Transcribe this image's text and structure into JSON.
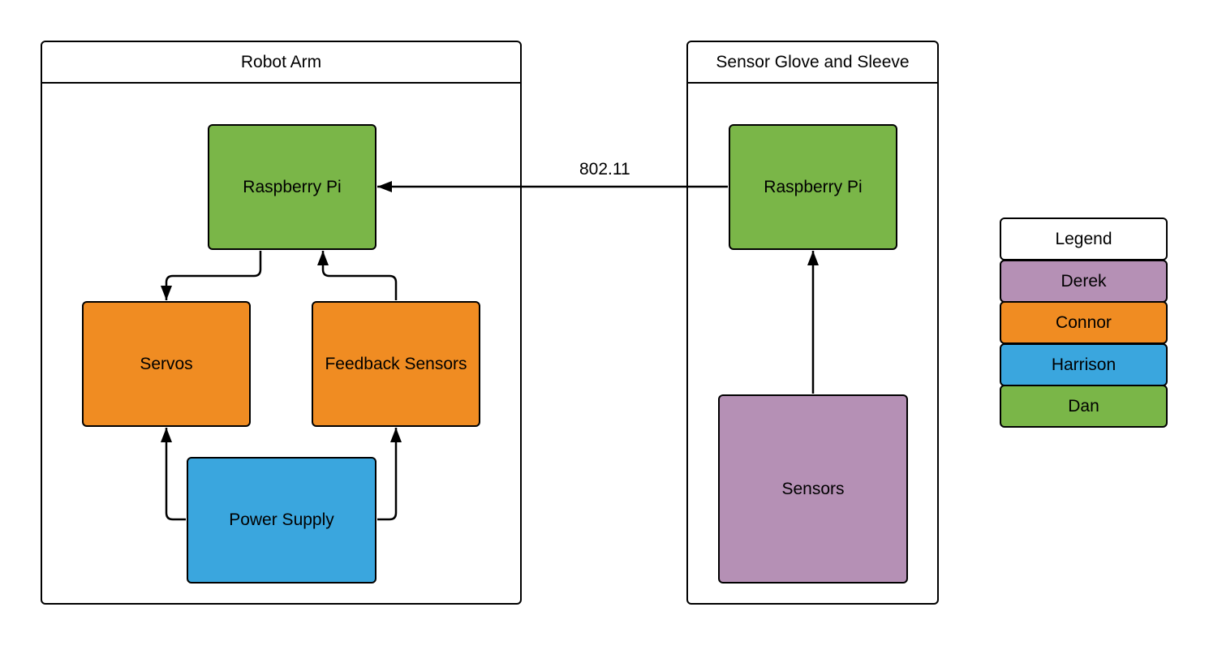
{
  "colors": {
    "derek": "#b590b5",
    "connor": "#f08c22",
    "harrison": "#3aa6de",
    "dan": "#7ab648"
  },
  "containers": {
    "robot_arm": {
      "title": "Robot Arm"
    },
    "sensor_glove": {
      "title": "Sensor Glove and Sleeve"
    }
  },
  "nodes": {
    "arm_pi": "Raspberry Pi",
    "servos": "Servos",
    "feedback_sensors": "Feedback Sensors",
    "power_supply": "Power Supply",
    "glove_pi": "Raspberry Pi",
    "sensors": "Sensors"
  },
  "edges": {
    "wireless_label": "802.11"
  },
  "legend": {
    "title": "Legend",
    "entries": [
      {
        "name": "Derek",
        "color": "#b590b5"
      },
      {
        "name": "Connor",
        "color": "#f08c22"
      },
      {
        "name": "Harrison",
        "color": "#3aa6de"
      },
      {
        "name": "Dan",
        "color": "#7ab648"
      }
    ]
  }
}
